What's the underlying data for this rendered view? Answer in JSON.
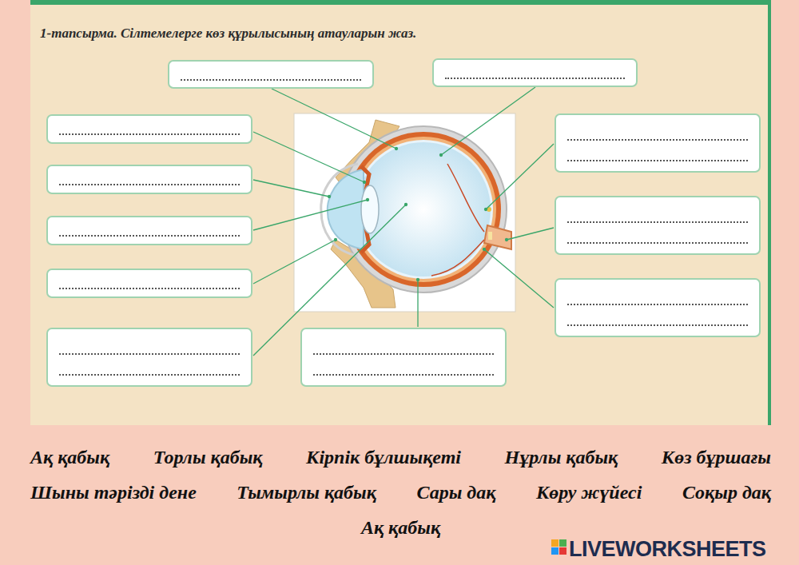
{
  "diagram": {
    "title": "1-тапсырма. Сілтемелерге көз құрылысының атауларын жаз.",
    "labels": [
      "Ақ қабық",
      "Торлы қабық",
      "Кірпік бұлшықеті",
      "Нұрлы қабық",
      "Көз бұршағы",
      "Шыны тәрізді дене",
      "Тымырлы қабық",
      "Сары дақ",
      "Көру жүйесі",
      "Соқыр дақ",
      "Ақ қабық",
      "LIVEWORKSHEETS"
    ]
  }
}
